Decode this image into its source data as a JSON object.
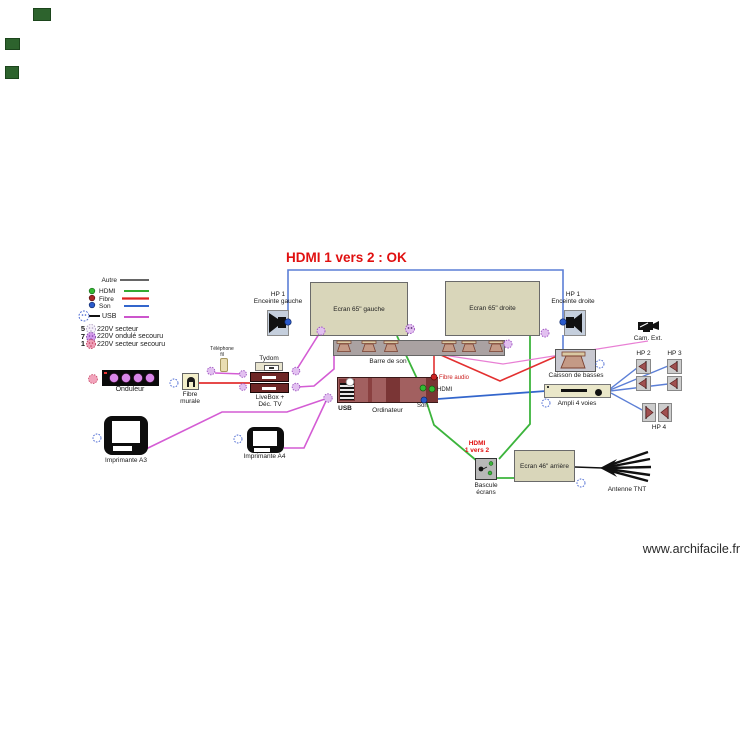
{
  "title": "HDMI 1 vers 2 : OK",
  "watermark": "www.archifacile.fr",
  "colors": {
    "wire_autre": "#333333",
    "wire_hdmi": "#33aa33",
    "wire_fibre": "#dd2222",
    "wire_son": "#3366cc",
    "wire_usb": "#cc55cc",
    "screen_fill": "#d9d6ba",
    "title_red": "#e01010"
  },
  "legend": {
    "wires": [
      {
        "label": "Autre",
        "color": "#333333"
      },
      {
        "label": "HDMI",
        "color": "#33aa33"
      },
      {
        "label": "Fibre",
        "color": "#dd2222"
      },
      {
        "label": "Son",
        "color": "#3366cc"
      },
      {
        "label": "USB",
        "color": "#cc55cc"
      }
    ],
    "power": [
      {
        "count": "5",
        "label": "220V secteur",
        "color": "#f6f2fa"
      },
      {
        "count": "7",
        "label": "220V ondulé secouru",
        "color": "#d49aec"
      },
      {
        "count": "1",
        "label": "220V secteur secouru",
        "color": "#f0a0b8"
      }
    ]
  },
  "devices": {
    "onduleur": "Onduleur",
    "fibre_murale_1": "Fibre",
    "fibre_murale_2": "murale",
    "telephone_1": "Téléphone",
    "telephone_2": "fil",
    "tydom": "Tydom",
    "livebox_1": "LiveBox +",
    "livebox_2": "Déc. TV",
    "imprimante_a3": "Imprimante A3",
    "imprimante_a4": "Imprimante A4",
    "usb": "USB",
    "ordinateur": "Ordinateur",
    "barre_de_son": "Barre de son",
    "hp1_gauche_1": "HP 1",
    "hp1_gauche_2": "Enceinte gauche",
    "hp1_droite_1": "HP 1",
    "hp1_droite_2": "Enceinte droite",
    "ecran_gauche": "Ecran 65\" gauche",
    "ecran_droite": "Ecran 65\" droite",
    "cam_ext": "Cam. Ext.",
    "caisson": "Caisson de basses",
    "ampli": "Ampli 4 voies",
    "hp2": "HP 2",
    "hp3": "HP 3",
    "hp4": "HP 4",
    "hdmi_switch_1": "HDMI",
    "hdmi_switch_2": "1 vers 2",
    "bascule_1": "Bascule",
    "bascule_2": "écrans",
    "ecran46": "Ecran 46\" arrière",
    "antenne": "Antenne TNT"
  },
  "ports": {
    "fibre_audio": "Fibre audio",
    "hdmi": "HDMI",
    "son": "Son"
  }
}
